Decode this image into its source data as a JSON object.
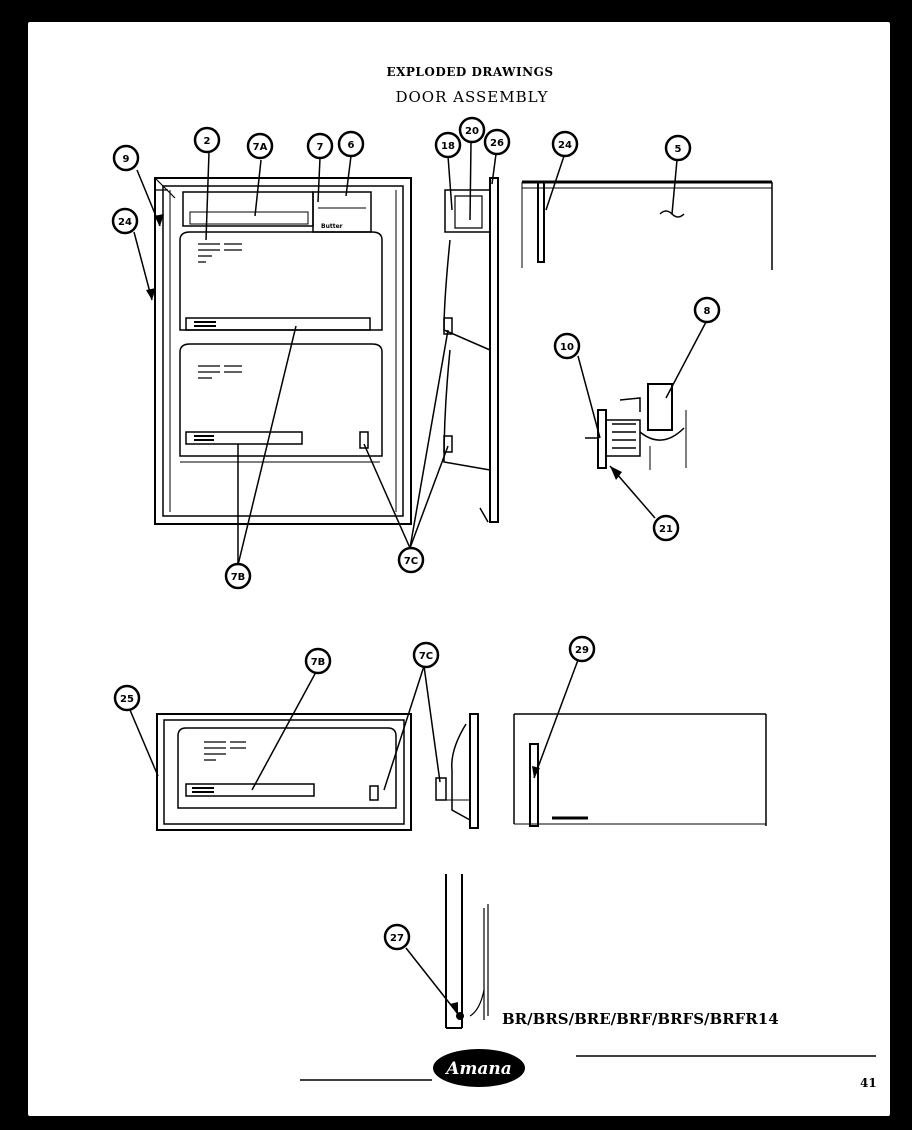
{
  "header": {
    "title": "EXPLODED DRAWINGS",
    "subtitle": "DOOR ASSEMBLY"
  },
  "model_line": "BR/BRS/BRE/BRF/BRFS/BRFR14",
  "page_number": "41",
  "brand_logo": "Amana",
  "butter_label": "Butter",
  "callouts": {
    "c9": "9",
    "c24a": "24",
    "c2": "2",
    "c7a": "7A",
    "c7": "7",
    "c6a": "6",
    "c18": "18",
    "c26": "26",
    "c20": "20",
    "c24b": "24",
    "c5": "5",
    "c8": "8",
    "c10": "10",
    "c21": "21",
    "c7b_top": "7B",
    "c7c_top": "7C",
    "c25": "25",
    "c7b_bottom": "7B",
    "c7c_bottom": "7C",
    "c29": "29",
    "c27": "27"
  },
  "colors": {
    "ink": "#000000",
    "paper": "#ffffff",
    "background": "#000000"
  }
}
